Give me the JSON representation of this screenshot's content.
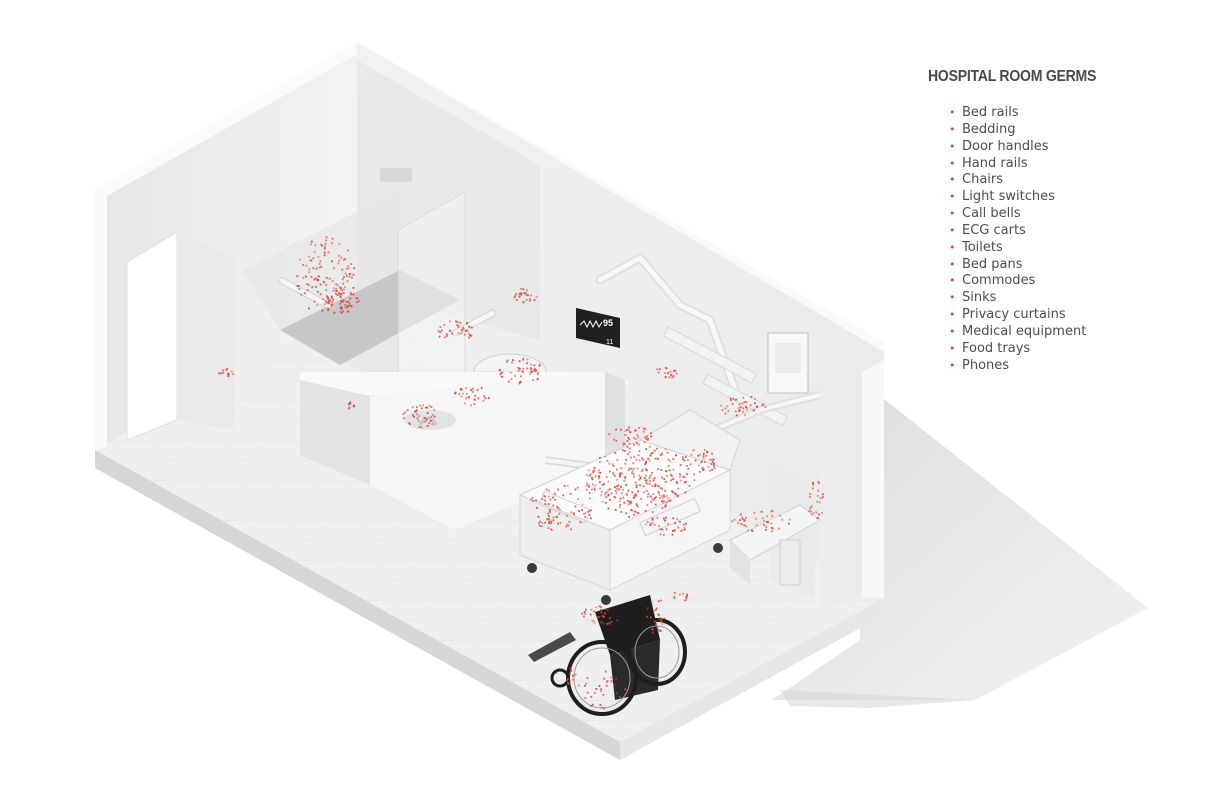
{
  "legend": {
    "title": "HOSPITAL ROOM GERMS",
    "bullet_color": "#e0473e",
    "items": [
      "Bed rails",
      "Bedding",
      "Door handles",
      "Hand rails",
      "Chairs",
      "Light switches",
      "Call bells",
      "ECG carts",
      "Toilets",
      "Bed pans",
      "Commodes",
      "Sinks",
      "Privacy curtains",
      "Medical equipment",
      "Food trays",
      "Phones"
    ]
  },
  "monitor": {
    "value_top": "95",
    "value_bottom": "11"
  },
  "colors": {
    "germ": "#e0473e",
    "wall_light": "#f2f2f2",
    "wall_mid": "#e4e4e4",
    "floor": "#ececec",
    "shadow": "#dadada",
    "wheelchair": "#1e1e1e"
  }
}
